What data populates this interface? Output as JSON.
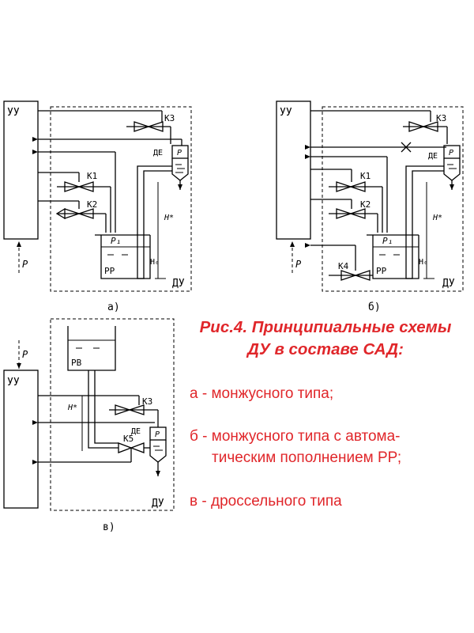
{
  "caption": {
    "line1": "Рис.4. Принципиальные схемы",
    "line2": "ДУ в составе САД:"
  },
  "items": {
    "a": "а - монжусного типа;",
    "b_line1": "б - монжусного типа с автома-",
    "b_line2": "тическим пополнением РР;",
    "v": "в - дроссельного типа"
  },
  "labels": {
    "uu": "УУ",
    "du": "ДУ",
    "p": "P",
    "k1": "К1",
    "k2": "К2",
    "k3": "К3",
    "k4": "К4",
    "k5": "К5",
    "de": "ДЕ",
    "p1": "P₁",
    "h0": "H₀",
    "hstar": "H*",
    "rr": "РР",
    "rv": "РВ",
    "pd": "P",
    "sub_a": "а)",
    "sub_b": "б)",
    "sub_v": "в)"
  }
}
